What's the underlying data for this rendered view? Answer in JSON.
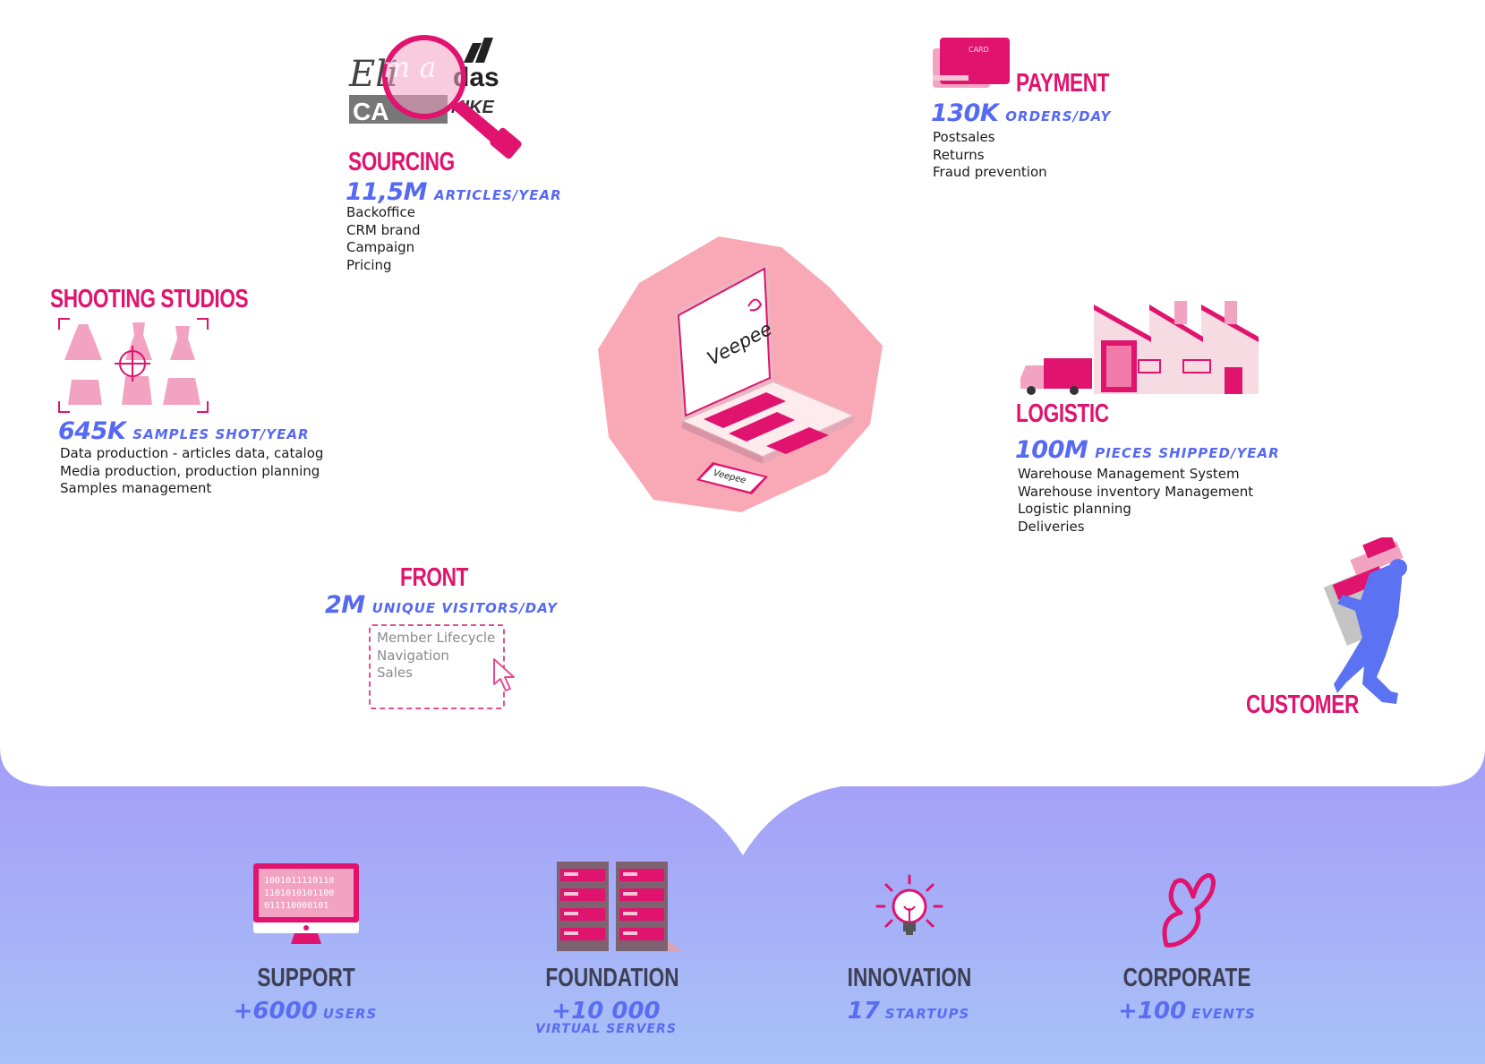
{
  "colors": {
    "pink": "#e0136e",
    "light_pink": "#f6a8b6",
    "blue": "#5669f2",
    "dark_title": "#3d3f52",
    "purple_band_top": "#a49cf8",
    "purple_band_bottom": "#a7bff7"
  },
  "center": {
    "laptop_brand": "Veepee",
    "phone_brand": "Veepee"
  },
  "sourcing": {
    "logo_text_1": "Eli",
    "logo_text_2": "das",
    "logo_text_3": "CA",
    "logo_text_4": "NIKE",
    "title": "SOURCING",
    "stat_value": "11,5M",
    "stat_unit": "articles/year",
    "items": [
      "Backoffice",
      "CRM brand",
      "Campaign",
      "Pricing"
    ]
  },
  "payment": {
    "card_label": "CARD",
    "title": "PAYMENT",
    "stat_value": "130K",
    "stat_unit": "orders/day",
    "items": [
      "Postsales",
      "Returns",
      "Fraud prevention"
    ]
  },
  "shooting": {
    "title": "SHOOTING STUDIOS",
    "stat_value": "645K",
    "stat_unit": "samples shot/year",
    "items": [
      "Data production - articles data, catalog",
      "Media production, production planning",
      "Samples management"
    ]
  },
  "logistic": {
    "title": "LOGISTIC",
    "stat_value": "100M",
    "stat_unit": "pieces shipped/year",
    "items": [
      "Warehouse Management System",
      "Warehouse inventory Management",
      "Logistic planning",
      "Deliveries"
    ]
  },
  "front": {
    "title": "FRONT",
    "stat_value": "2M",
    "stat_unit": "unique visitors/day",
    "items": [
      "Member Lifecycle",
      "Navigation",
      "Sales"
    ]
  },
  "customer": {
    "title": "CUSTOMER"
  },
  "bottom": {
    "support": {
      "title": "SUPPORT",
      "stat_value": "+6000",
      "stat_unit": "users",
      "screen_lines": [
        "1001011110110",
        "1101010101100",
        "011110000101"
      ],
      "icon": "monitor-icon"
    },
    "foundation": {
      "title": "FOUNDATION",
      "stat_value": "+10 000",
      "stat_sub": "virtual servers",
      "icon": "server-rack-icon"
    },
    "innovation": {
      "title": "INNOVATION",
      "stat_value": "17",
      "stat_unit": "startups",
      "icon": "lightbulb-icon"
    },
    "corporate": {
      "title": "CORPORATE",
      "stat_value": "+100",
      "stat_unit": "events",
      "icon": "butterfly-icon"
    }
  }
}
